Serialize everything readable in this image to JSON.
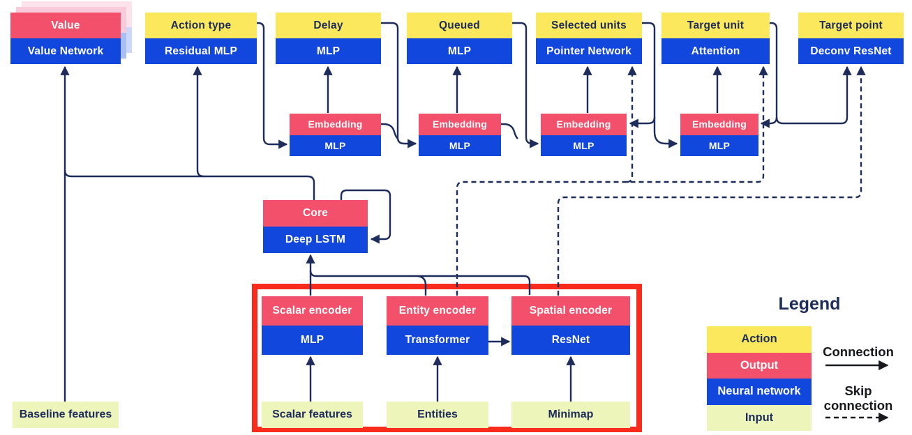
{
  "diagram": {
    "heads": [
      {
        "top": "Value",
        "bottom": "Value Network",
        "top_type": "output"
      },
      {
        "top": "Action type",
        "bottom": "Residual MLP",
        "top_type": "action"
      },
      {
        "top": "Delay",
        "bottom": "MLP",
        "top_type": "action"
      },
      {
        "top": "Queued",
        "bottom": "MLP",
        "top_type": "action"
      },
      {
        "top": "Selected units",
        "bottom": "Pointer Network",
        "top_type": "action"
      },
      {
        "top": "Target unit",
        "bottom": "Attention",
        "top_type": "action"
      },
      {
        "top": "Target point",
        "bottom": "Deconv ResNet",
        "top_type": "action"
      }
    ],
    "embeddings": [
      {
        "output": "Embedding",
        "network": "MLP"
      },
      {
        "output": "Embedding",
        "network": "MLP"
      },
      {
        "output": "Embedding",
        "network": "MLP"
      },
      {
        "output": "Embedding",
        "network": "MLP"
      }
    ],
    "core": {
      "output": "Core",
      "network": "Deep LSTM"
    },
    "encoders": [
      {
        "output": "Scalar encoder",
        "network": "MLP"
      },
      {
        "output": "Entity encoder",
        "network": "Transformer"
      },
      {
        "output": "Spatial encoder",
        "network": "ResNet"
      }
    ],
    "inputs": {
      "baseline": "Baseline features",
      "scalar": "Scalar features",
      "entities": "Entities",
      "minimap": "Minimap"
    }
  },
  "legend": {
    "title": "Legend",
    "items": [
      {
        "label": "Action"
      },
      {
        "label": "Output"
      },
      {
        "label": "Neural network"
      },
      {
        "label": "Input"
      }
    ],
    "connection_label": "Connection",
    "skip_connection_label": "Skip connection"
  },
  "colors": {
    "action": "#FCE85C",
    "output": "#F2506B",
    "network": "#1247DE",
    "input": "#EDF5BA",
    "line": "#1D2C5A",
    "legend_arrow": "#17181B",
    "highlight_box": "#F92B1D"
  }
}
